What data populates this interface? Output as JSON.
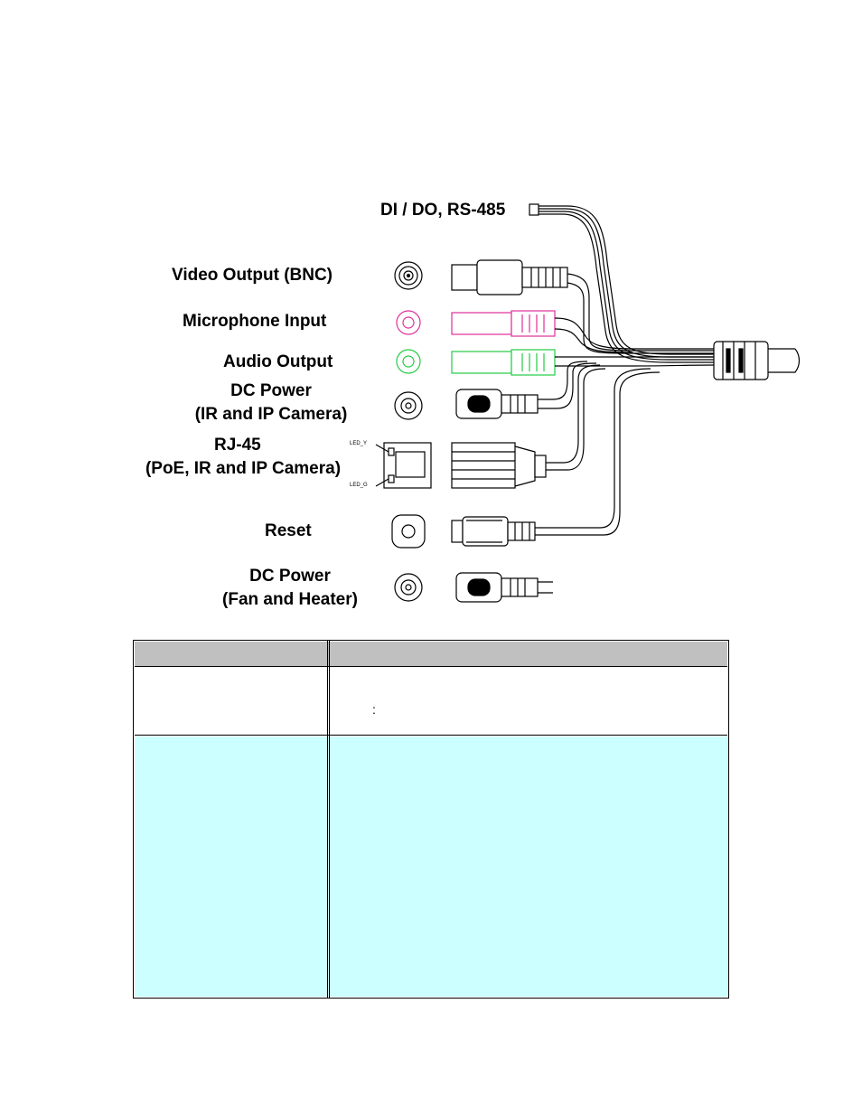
{
  "connectors": {
    "dido": "DI / DO, RS-485",
    "video_output": "Video Output (BNC)",
    "microphone_input": "Microphone Input",
    "audio_output": "Audio Output",
    "dc_power_ir_line1": "DC Power",
    "dc_power_ir_line2": "(IR and IP Camera)",
    "rj45_line1": "RJ-45",
    "rj45_line2": "(PoE, IR and IP Camera)",
    "reset": "Reset",
    "dc_power_fan_line1": "DC Power",
    "dc_power_fan_line2": "(Fan and Heater)",
    "led_y": "LED_Y",
    "led_g": "LED_G"
  },
  "colors": {
    "microphone": "#e0309a",
    "audio": "#22cc44",
    "table_header": "#c0c0c0",
    "table_highlight": "#ccffff"
  },
  "table": {
    "row1_colon": ":"
  }
}
